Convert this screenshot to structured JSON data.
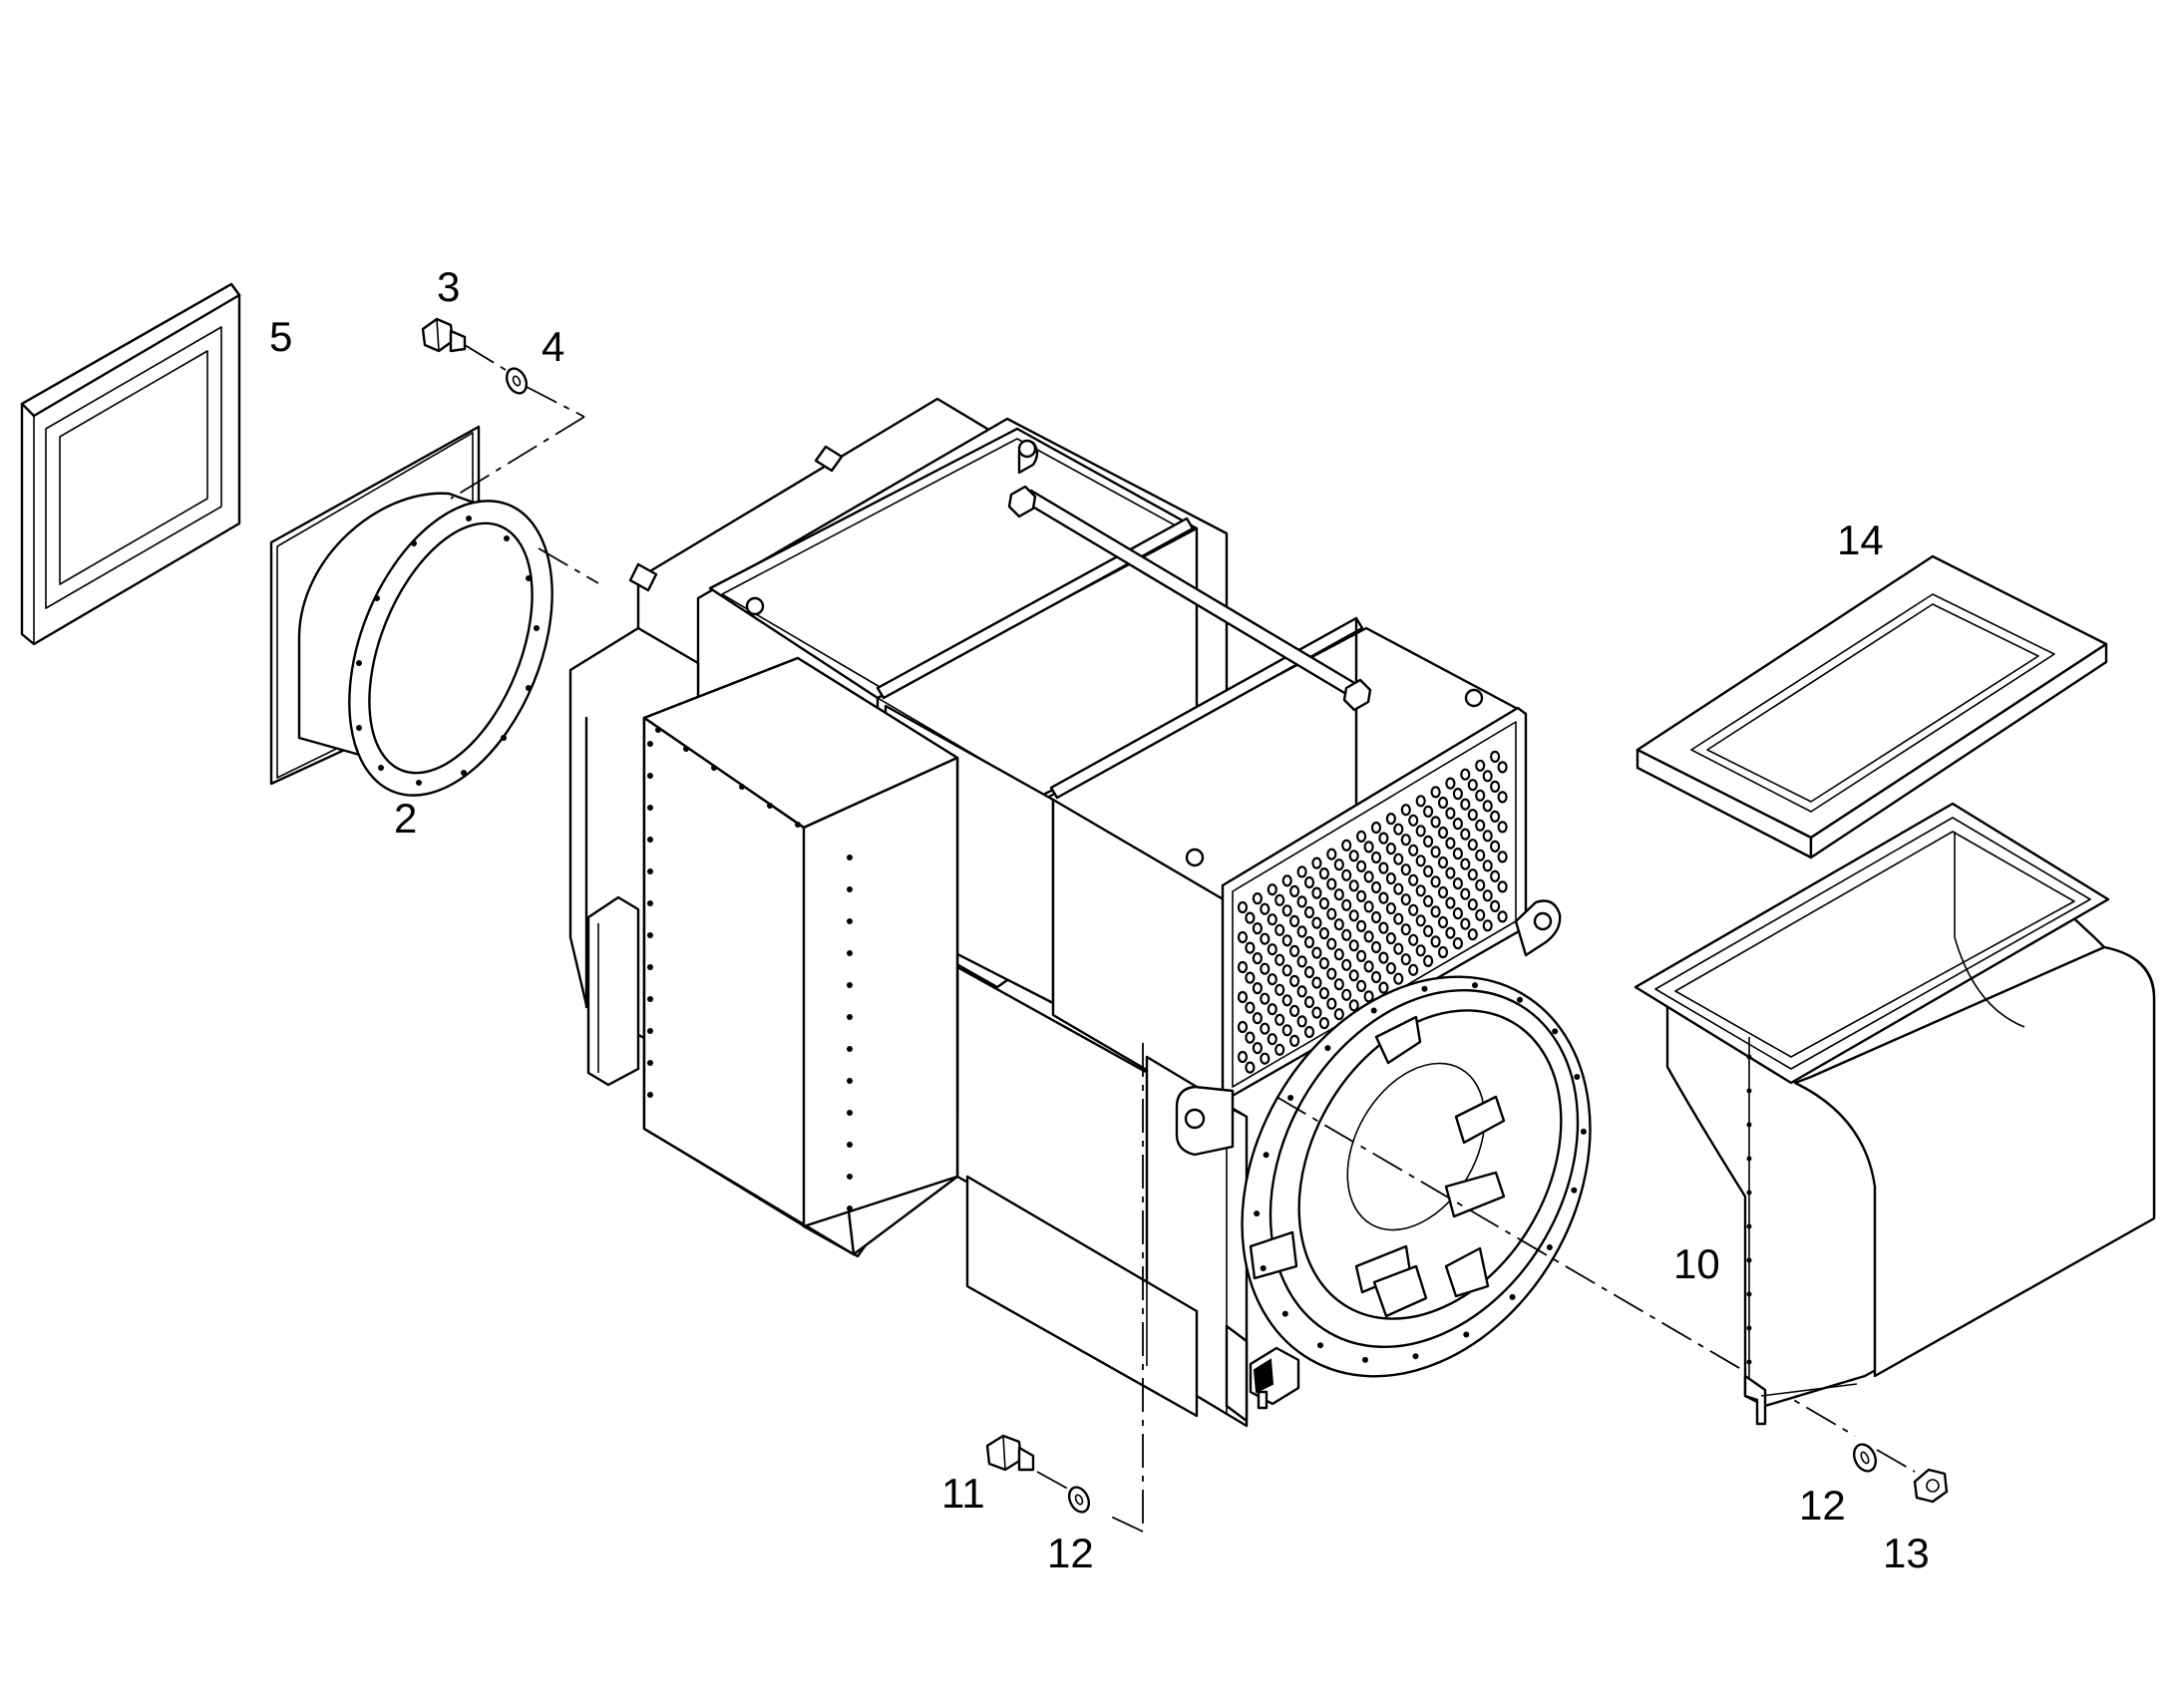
{
  "callouts": [
    {
      "id": "c2",
      "text": "2"
    },
    {
      "id": "c3",
      "text": "3"
    },
    {
      "id": "c4",
      "text": "4"
    },
    {
      "id": "c5",
      "text": "5"
    },
    {
      "id": "c10",
      "text": "10"
    },
    {
      "id": "c11",
      "text": "11"
    },
    {
      "id": "c12a",
      "text": "12"
    },
    {
      "id": "c12b",
      "text": "12"
    },
    {
      "id": "c13",
      "text": "13"
    },
    {
      "id": "c14",
      "text": "14"
    }
  ],
  "parts": {
    "filter_frame_left": "air-filter-frame",
    "filter_frame_right": "air-filter-frame",
    "duct_flange": "round-duct-adapter",
    "generator_body": "generator-housing",
    "terminal_box": "terminal-box",
    "outlet_hood": "air-outlet-hood",
    "bolt": "hex-bolt",
    "washer": "washer",
    "nut": "hex-nut"
  }
}
